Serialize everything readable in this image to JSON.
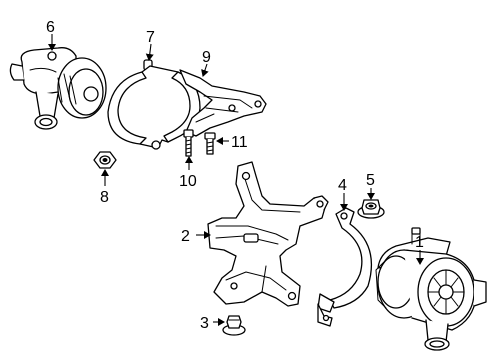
{
  "callouts": {
    "c1": "1",
    "c2": "2",
    "c3": "3",
    "c4": "4",
    "c5": "5",
    "c6": "6",
    "c7": "7",
    "c8": "8",
    "c9": "9",
    "c10": "10",
    "c11": "11"
  },
  "parts": [
    {
      "callout": "1",
      "icon": "water-pump-icon"
    },
    {
      "callout": "2",
      "icon": "mounting-bracket-icon"
    },
    {
      "callout": "3",
      "icon": "flange-bolt-icon"
    },
    {
      "callout": "4",
      "icon": "strap-clamp-icon"
    },
    {
      "callout": "5",
      "icon": "flange-nut-icon"
    },
    {
      "callout": "6",
      "icon": "auxiliary-pump-icon"
    },
    {
      "callout": "7",
      "icon": "clamp-icon"
    },
    {
      "callout": "8",
      "icon": "nut-icon"
    },
    {
      "callout": "9",
      "icon": "bracket-icon"
    },
    {
      "callout": "10",
      "icon": "stud-icon"
    },
    {
      "callout": "11",
      "icon": "bolt-icon"
    }
  ]
}
